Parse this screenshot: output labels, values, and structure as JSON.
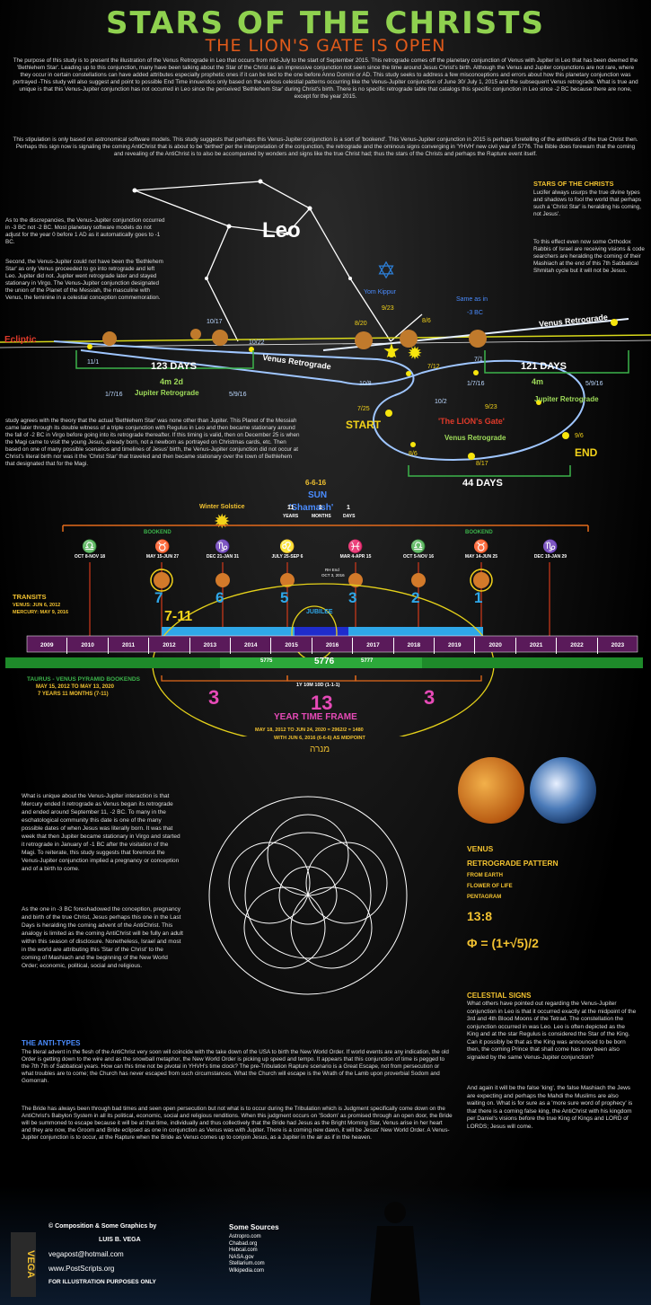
{
  "header": {
    "title": "STARS OF THE CHRISTS",
    "subtitle": "THE LION'S GATE IS OPEN"
  },
  "intro": {
    "p1": "The purpose of this study is to present the illustration of the Venus Retrograde in Leo that occurs from mid-July to the start of September 2015. This retrograde comes off the planetary conjunction of Venus with Jupiter in Leo that has been deemed the 'Bethlehem Star'. Leading up to this conjunction, many have been talking about the Star of the Christ as an impressive conjunction not seen since the time around Jesus Christ's birth. Although the Venus and Jupiter conjunctions are not rare, where they occur in certain constellations can have added attributes especially prophetic ones if it can be tied to the one before Anno Domini or AD. This study seeks to address a few misconceptions and errors about how this planetary conjunction was portrayed -This study will also suggest and point to possible End Time innuendos only based on the various celestial patterns occurring like the Venus-Jupiter conjunction of June 30/ July 1, 2015 and the subsequent Venus retrograde. What is true and unique is that this Venus-Jupiter conjunction has not occurred in Leo since the perceived 'Bethlehem Star' during Christ's birth. There is no specific retrograde table that catalogs this specific conjunction in Leo since -2 BC because there are none, except for the year 2015.",
    "p2": "This stipulation is only based on astronomical software models. This study suggests that perhaps this Venus-Jupiter conjunction is a sort of 'bookend'. This Venus-Jupiter conjunction in 2015 is perhaps foretelling of the antithesis of the true Christ then. Perhaps this sign now is signaling the coming AntiChrist that is about to be 'birthed' per the interpretation of the conjunction, the retrograde and the ominous signs converging in 'YHVH' new civil year of 5776. The Bible does forewarn that the coming and revealing of the AntiChrist is to also be accompanied by wonders and signs like the true Christ had; thus the stars of the Christs and perhaps the Rapture event itself."
  },
  "left_notes": {
    "p1": "As to the discrepancies, the Venus-Jupiter conjunction occurred in -3 BC not -2 BC. Most planetary software models do not adjust for the year 0 before 1 AD as it automatically goes to -1 BC.",
    "p2": "Second, the Venus-Jupiter could not have been the 'Bethlehem Star' as only Venus proceeded to go into retrograde and left Leo. Jupiter did not. Jupiter went retrograde later and stayed stationary in Virgo. The Venus-Jupiter conjunction designated the union of the Planet of the Messiah, the masculine with Venus, the feminine in a celestial conception commemoration."
  },
  "right_notes": {
    "heading": "STARS OF THE CHRISTS",
    "p1": "Lucifer always usurps the true divine types and shadows to fool the world that perhaps such a 'Christ Star' is heralding his coming, not Jesus'.",
    "p2": "To this effect even now some Orthodox Rabbis of Israel are receiving visions & code searchers are heralding the coming of their Mashiach at the end of this 7th Sabbatical Shmitah cycle but it will not be Jesus."
  },
  "sky": {
    "leo": "Leo",
    "yom_kippur": "Yom Kippur",
    "yom_kippur_date": "9/23",
    "same_as": "Same as in",
    "same_as_year": "-3 BC",
    "ecliptic": "Ecliptic",
    "venus_retro_1": "Venus Retrograde",
    "venus_retro_2": "Venus Retrograde",
    "venus_retro_3": "Venus Retrograde",
    "jupiter_retro_1": "Jupiter Retrograde",
    "jupiter_retro_2": "Jupiter Retrograde",
    "days_123": "123 DAYS",
    "span_123": "4m 2d",
    "days_121": "121 DAYS",
    "span_121": "4m",
    "days_44": "44 DAYS",
    "lions_gate": "'The LION's Gate'",
    "start": "START",
    "end": "END",
    "dates": {
      "d_10_17": "10/17",
      "d_10_22": "10/22",
      "d_11_1": "11/1",
      "d_1_7_16a": "1/7/16",
      "d_5_9_16a": "5/9/16",
      "d_8_20": "8/20",
      "d_8_6a": "8/6",
      "d_7_1": "7/1",
      "d_7_12": "7/12",
      "d_10_8": "10/8",
      "d_10_2": "10/2",
      "d_1_7_16b": "1/7/16",
      "d_9_23": "9/23",
      "d_5_9_16b": "5/9/16",
      "d_7_25": "7/25",
      "d_8_6b": "8/6",
      "d_8_17": "8/17",
      "d_9_6": "9/6"
    }
  },
  "left_middle": {
    "p": "study agrees with the theory that the actual 'Bethlehem Star' was none other than Jupiter. This Planet of the Messiah came later through its double witness of a triple conjunction with Regulus in Leo and then became stationary around the fall of -2 BC in Virgo before going into its retrograde thereafter. If this timing is valid, then on December 25 is when the Magi came to visit the young Jesus, already born, not a newborn as portrayed on Christmas cards, etc. Then based on one of many possible scenarios and timelines of Jesus' birth, the Venus-Jupiter conjunction did not occur at Christ's literal birth nor was it the 'Christ Star' that traveled and then became stationary over the town of Bethlehem that designated that for the Magi."
  },
  "timeline": {
    "sun_date": "6-6-16",
    "sun": "SUN",
    "shamash": "'Shamash'",
    "winter_solstice": "Winter Solstice",
    "ymd": [
      "11",
      "1",
      "1"
    ],
    "ymd_labels": [
      "YEARS",
      "MONTHS",
      "DAYS"
    ],
    "bookend_left": "BOOKEND",
    "bookend_right": "BOOKEND",
    "signs": [
      {
        "date": "OCT 8-NOV 18",
        "num": ""
      },
      {
        "date": "MAY 15-JUN 27",
        "num": "7"
      },
      {
        "date": "DEC 21-JAN 31",
        "num": "6"
      },
      {
        "date": "JULY 25-SEP 6",
        "num": "5"
      },
      {
        "date": "MAR 4-APR 15",
        "num": "3"
      },
      {
        "date": "OCT 5-NOV 16",
        "num": "2"
      },
      {
        "date": "MAY 14-JUN 25",
        "num": "1"
      },
      {
        "date": "DEC 19-JAN 29",
        "num": ""
      }
    ],
    "rh_end": "RH End",
    "rh_end_date": "OCT 3, 2016",
    "jubilee": "JUBILEE",
    "transits_head": "TRANSITS",
    "venus_transit": "VENUS:  JUN 6, 2012",
    "mercury_transit": "MERCURY: MAY 9, 2016",
    "seven_eleven": "7-11",
    "years": [
      "2009",
      "2010",
      "2011",
      "2012",
      "2013",
      "2014",
      "2015",
      "2016",
      "2017",
      "2018",
      "2019",
      "2020",
      "2021",
      "2022",
      "2023"
    ],
    "hebrew_years": [
      "5775",
      "5776",
      "5777"
    ],
    "taurus_head": "TAURUS - VENUS PYRAMID BOOKENDS",
    "taurus_dates": "MAY 15, 2012 TO MAY 13, 2020",
    "taurus_span": "7 YEARS 11 MONTHS (7-11)",
    "three_left": "3",
    "three_right": "3",
    "span_1y": "1Y 10M 10D (1-1-1)",
    "thirteen": "13",
    "year_frame": "YEAR TIME FRAME",
    "frame_calc": "MAY 18, 2012 TO JUN 24, 2020 = 2962/2 = 1480",
    "frame_mid": "WITH JUN 6, 2016 (6-6-6) AS MIDPOINT",
    "hebrew": "מנרה"
  },
  "unique": {
    "p1": "What is unique about the Venus-Jupiter interaction is that Mercury ended it retrograde as Venus began its retrograde and ended around September 11, -2 BC. To many in the eschatological community this date is one of the many possible dates of when Jesus was literally born. It was that week that then Jupiter became stationary in Virgo and started it retrograde in January of -1 BC after the visitation of the Magi. To reiterate, this study suggests that foremost the Venus-Jupiter conjunction implied a pregnancy or conception and of a birth to come.",
    "p2": "As the one in -3 BC foreshadowed the conception, pregnancy and birth of the true Christ, Jesus perhaps this one in the Last Days is heralding the coming advent of the AntiChrist. This analogy is limited as the coming AntiChrist will be fully an adult within this season of disclosure. Nonetheless, Israel and most in the world are attributing this 'Star of the Christ' to the coming of Mashiach and the beginning of the New World Order; economic, political, social and religious."
  },
  "venus_panel": {
    "l1": "VENUS",
    "l2": "RETROGRADE PATTERN",
    "l3": "FROM EARTH",
    "l4": "FLOWER OF LIFE",
    "l5": "PENTAGRAM",
    "ratio": "13:8",
    "phi": "Φ = (1+√5)/2"
  },
  "celestial": {
    "heading": "CELESTIAL SIGNS",
    "p1": "What others have pointed out regarding the Venus-Jupiter conjunction in Leo is that it occurred exactly at the midpoint of the 3rd and 4th Blood Moons of the Tetrad. The constellation the conjunction occurred in was Leo. Leo is often depicted as the King and at the star Regulus is considered the Star of the King. Can it possibly be that as the King was announced to be born then, the coming Prince that shall come has now been also signaled by the same Venus-Jupiter conjunction?",
    "p2": "And again it will be the false 'king', the false Mashiach the Jews are expecting and perhaps the Mahdi the Muslims are also waiting on. What is for sure as a 'more sure word of prophecy' is that there is a coming false king, the AntiChrist with his kingdom per Daniel's visions before the true King of Kings and LORD of LORDS; Jesus will come."
  },
  "antitypes": {
    "heading": "THE ANTI-TYPES",
    "p1": "The literal advent in the flesh of the AntiChrist very soon will coincide with the take down of the USA to birth the New World Order. If world events are any indication, the old Order is getting down to the wire and as the snowball metaphor, the New World Order is picking up speed and tempo. It appears that this conjunction of time is pegged to the 7th 7th of Sabbatical years. How can this time not be pivotal in YHVH's time clock? The pre-Tribulation Rapture scenario is a Great Escape, not from persecution or what troubles are to come; the Church has never escaped from such circumstances. What the Church will escape is the Wrath of the Lamb upon proverbial Sodom and Gomorrah.",
    "p2": "The Bride has always been through bad times and seen open persecution but not what is to occur during the Tribulation which is Judgment specifically come down on the AntiChrist's Babylon System in all its political, economic, social and religious renditions. When this judgment occurs on 'Sodom' as promised through an open door, the Bride will be summoned to escape because it will be at that time, individually and thus collectively that the Bride had Jesus as the Bright Morning Star, Venus arise in her heart and they are now, the Groom and Bride eclipsed as one in conjunction as Venus was with Jupiter. There is a coming new dawn, it will be Jesus' New World Order. A Venus-Jupiter conjunction is to occur, at the Rapture when the Bride as Venus comes up to conjoin Jesus, as a Jupiter in the air as if in the heaven."
  },
  "footer": {
    "credit": "© Composition & Some Graphics  by",
    "author": "LUIS B. VEGA",
    "email": "vegapost@hotmail.com",
    "site": "www.PostScripts.org",
    "disclaimer": "FOR ILLUSTRATION PURPOSES ONLY",
    "sources_head": "Some Sources",
    "sources": [
      "Astropro.com",
      "Chabad.org",
      "Hebcal.com",
      "NASA.gov",
      "Stellarium.com",
      "Wikipedia.com"
    ],
    "logo": "VEGA"
  }
}
